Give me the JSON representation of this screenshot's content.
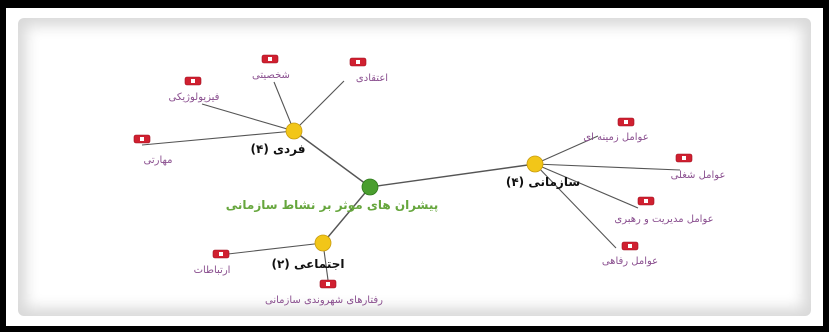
{
  "colors": {
    "hub": "#4a9e2f",
    "category": "#f2c618",
    "leaf_marker": "#d02030",
    "main_label": "#66a63d",
    "category_label": "#111111",
    "leaf_label": "#8a4f8f",
    "line": "#555555"
  },
  "diagram": {
    "center": {
      "label": "پیشران های موثر بر نشاط سازمانی"
    },
    "categories": [
      {
        "id": "individual",
        "label": "فردی (۴)",
        "leaves": [
          {
            "id": "skill",
            "label": "مهارتی"
          },
          {
            "id": "physio",
            "label": "فیزیولوژیکی"
          },
          {
            "id": "personality",
            "label": "شخصیتی"
          },
          {
            "id": "belief",
            "label": "اعتقادی"
          }
        ]
      },
      {
        "id": "organizational",
        "label": "سازمانی (۴)",
        "leaves": [
          {
            "id": "context",
            "label": "عوامل زمینه ای"
          },
          {
            "id": "job",
            "label": "عوامل شغلی"
          },
          {
            "id": "management",
            "label": "عوامل مدیریت و رهبری"
          },
          {
            "id": "welfare",
            "label": "عوامل رفاهی"
          }
        ]
      },
      {
        "id": "social",
        "label": "اجتماعی (۲)",
        "leaves": [
          {
            "id": "communication",
            "label": "ارتباطات"
          },
          {
            "id": "ocb",
            "label": "رفتارهای شهروندی سازمانی"
          }
        ]
      }
    ]
  }
}
